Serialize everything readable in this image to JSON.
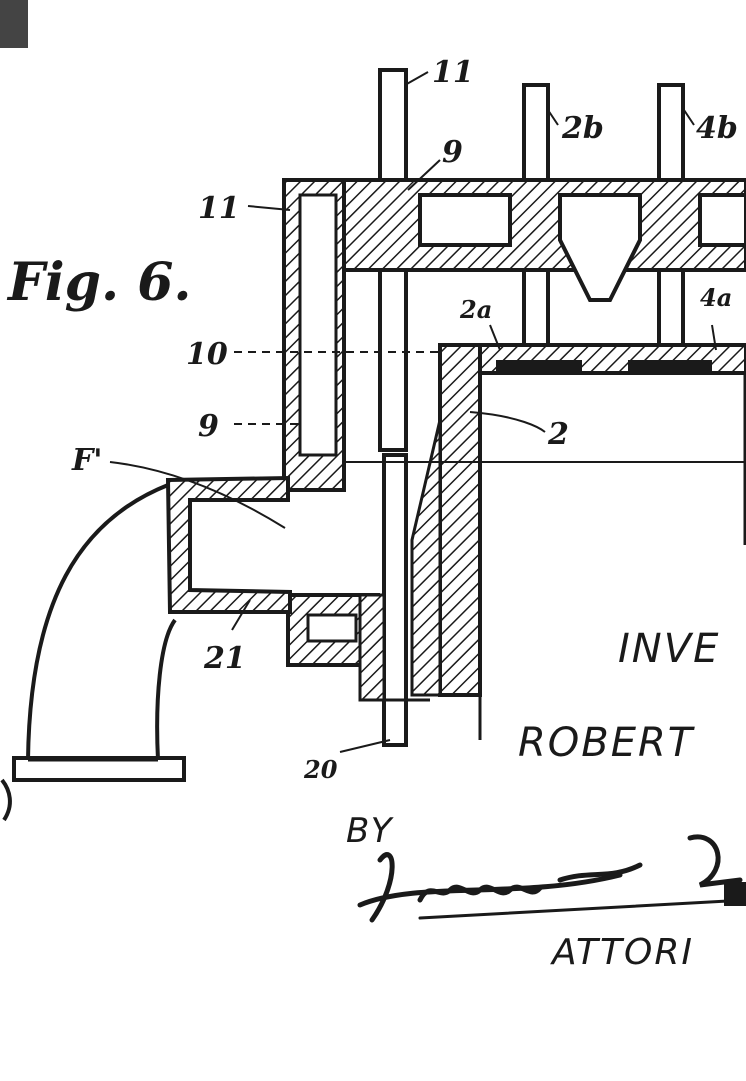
{
  "figure": {
    "label": "Fig. 6."
  },
  "reference_numerals": {
    "n11_top": "11",
    "n26": "2b",
    "n46": "4b",
    "n9_top": "9",
    "n11_left": "11",
    "n2a": "2a",
    "n4a": "4a",
    "n10": "10",
    "n9_left": "9",
    "n2": "2",
    "nF": "F'",
    "n21": "21",
    "n20": "20"
  },
  "text": {
    "inventor_heading": "INVE",
    "inventor_name": "ROBERT",
    "by": "BY",
    "attorney": "ATTORI"
  },
  "colors": {
    "ink": "#1a1a1a",
    "paper": "#ffffff"
  }
}
